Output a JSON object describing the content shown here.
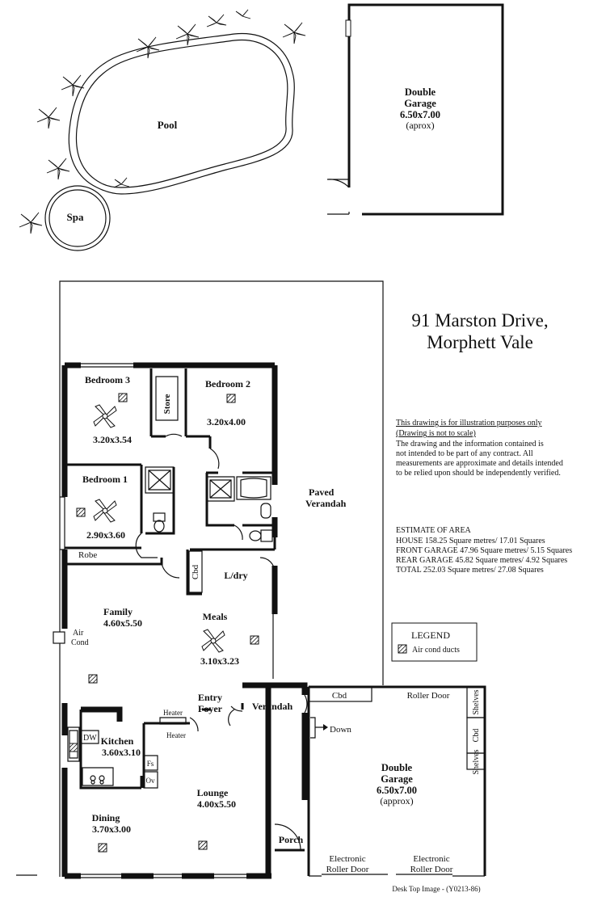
{
  "address": {
    "line1": "91 Marston Drive,",
    "line2": "Morphett Vale"
  },
  "disclaimer": {
    "line1": "This drawing is for illustration purposes only",
    "line2": "(Drawing is not to scale)",
    "body": [
      "The drawing and the information contained is",
      "not intended to be part of any contract.  All",
      "measurements are approximate and details intended",
      "to be relied upon should be independently verified."
    ]
  },
  "estimate": {
    "heading": "ESTIMATE OF AREA",
    "rows": [
      "HOUSE  158.25 Square metres/  17.01 Squares",
      "FRONT GARAGE  47.96 Square metres/  5.15 Squares",
      "REAR GARAGE 45.82 Square metres/ 4.92 Squares",
      "TOTAL  252.03 Square metres/  27.08 Squares"
    ]
  },
  "legend": {
    "title": "LEGEND",
    "item": "Air cond ducts"
  },
  "outdoor": {
    "pool": "Pool",
    "spa": "Spa",
    "rear_garage": {
      "name1": "Double",
      "name2": "Garage",
      "size": "6.50x7.00",
      "note": "(aprox)"
    },
    "paved_verandah": {
      "line1": "Paved",
      "line2": "Verandah"
    }
  },
  "rooms": {
    "bedroom3": {
      "name": "Bedroom 3",
      "size": "3.20x3.54"
    },
    "bedroom2": {
      "name": "Bedroom 2",
      "size": "3.20x4.00"
    },
    "store": "Store",
    "bedroom1": {
      "name": "Bedroom 1",
      "size": "2.90x3.60"
    },
    "robe": "Robe",
    "cbd_laundry": "Cbd",
    "laundry": "L/dry",
    "family": {
      "name": "Family",
      "size": "4.60x5.50"
    },
    "aircond": {
      "line1": "Air",
      "line2": "Cond"
    },
    "meals": {
      "name": "Meals",
      "size": "3.10x3.23"
    },
    "entry": {
      "line1": "Entry",
      "line2": "Foyer"
    },
    "verandah": "Verandah",
    "kitchen": {
      "name": "Kitchen",
      "size": "3.60x3.10"
    },
    "dw": "DW",
    "heater1": "Heater",
    "heater2": "Heater",
    "fs": "Fs",
    "ov": "Ov",
    "lounge": {
      "name": "Lounge",
      "size": "4.00x5.50"
    },
    "dining": {
      "name": "Dining",
      "size": "3.70x3.00"
    },
    "porch": "Porch"
  },
  "front_garage": {
    "cbd": "Cbd",
    "roller_door": "Roller Door",
    "shelves1": "Shelves",
    "cbd2": "Cbd",
    "shelves2": "Shelves",
    "down": "Down",
    "name1": "Double",
    "name2": "Garage",
    "size": "6.50x7.00",
    "note": "(approx)",
    "door1": {
      "line1": "Electronic",
      "line2": "Roller Door"
    },
    "door2": {
      "line1": "Electronic",
      "line2": "Roller Door"
    }
  },
  "footer": "Desk Top Image -   (Y0213-86)"
}
